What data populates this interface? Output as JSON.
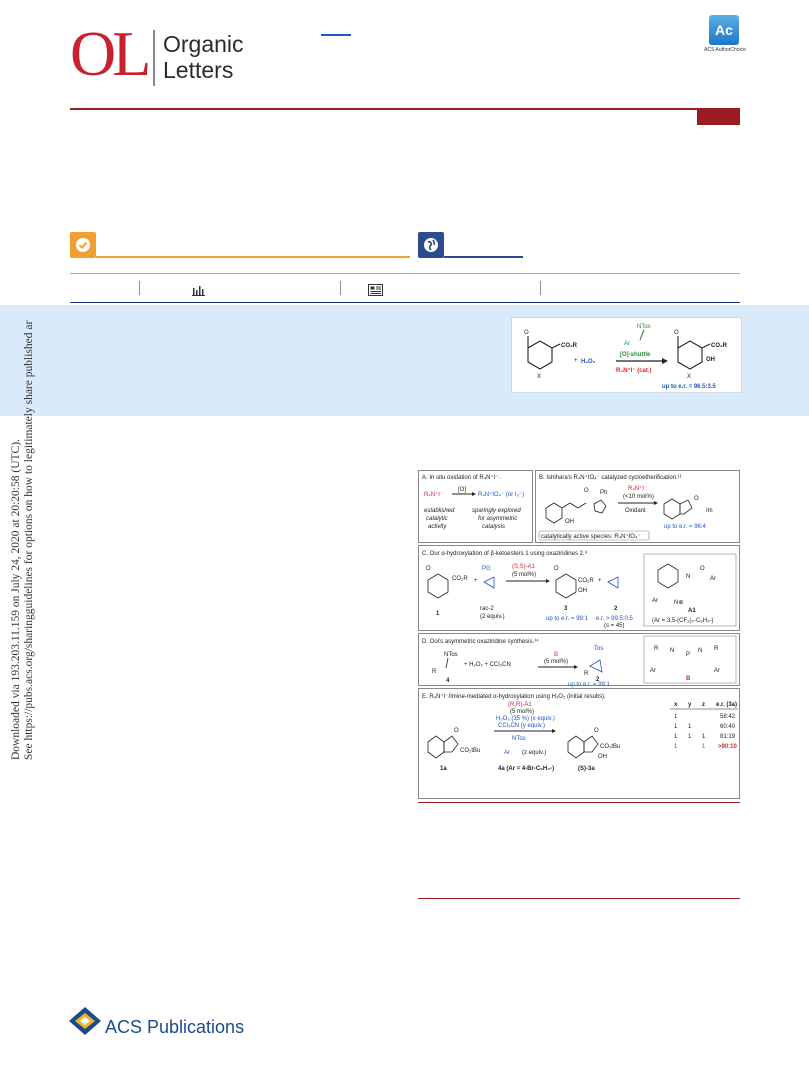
{
  "header": {
    "journal_abbrev": "OL",
    "journal_word_1": "Organic",
    "journal_word_2": "Letters",
    "badge_text": "Ac",
    "badge_caption": "ACS AuthorChoice"
  },
  "watermark": {
    "line1": "Downloaded via 193.203.11.159 on July 24, 2020 at 20:20:58 (UTC).",
    "line2": "See https://pubs.acs.org/sharingguidelines for options on how to legitimately share published articles."
  },
  "toc_graphic": {
    "reagent_top": "NTos",
    "aryl": "Ar",
    "arrow_label": "[O]-shuttle",
    "oxidant": "H₂O₂",
    "plus": "+",
    "catalyst": "R₄N⁺I⁻ (cat.)",
    "product_group": "CO₂R",
    "substrate_group": "CO₂R",
    "oh_label": "OH",
    "x_label": "X",
    "result": "up to e.r. = 96.5:3.5"
  },
  "figure": {
    "panel_a_title": "A. In situ oxidation of R₄N⁺I⁻.",
    "panel_a_left": "R₄N⁺I⁻",
    "panel_a_arrow": "[O]",
    "panel_a_right": "R₄N⁺IO₄⁻ (or I₃⁻)",
    "panel_a_note_left": [
      "established",
      "catalytic",
      "activity"
    ],
    "panel_a_note_right": [
      "sparingly explored",
      "for asymmetric",
      "catalysis"
    ],
    "panel_b_title": "B. Ishihara's R₄N⁺IO₄⁻ catalyzed cycloetherification.¹¹",
    "panel_b_cat": "R₄N⁺I⁻",
    "panel_b_cat_load": "(<10 mol%)",
    "panel_b_oxidant": "Oxidant",
    "panel_b_er": "up to e.r. = 96:4",
    "panel_b_species": "catalytically active species: R₄N⁺IO₄⁻",
    "panel_c_title": "C. Our α-hydroxylation of β-ketoesters 1 using oxaziridines 2.⁸",
    "panel_c_cat": "(S,S)-A1",
    "panel_c_load": "(5 mol%)",
    "panel_c_reagent": "rac-2",
    "panel_c_equiv": "(2 equiv.)",
    "panel_c_er1": "up to e.r. = 99:1",
    "panel_c_er2": "e.r. > 99.5:0.5",
    "panel_c_s": "(s = 45)",
    "panel_c_a1": "A1",
    "panel_c_ar": "(Ar = 3,5-(CF₃)₂-C₆H₃-)",
    "panel_d_title": "D. Ooi's asymmetric oxaziridine synthesis.¹⁴",
    "panel_d_reagents": "+ H₂O₂ + CCl₃CN",
    "panel_d_cat": "B",
    "panel_d_load": "(5 mol%)",
    "panel_d_er": "up to e.r. = 99:1",
    "panel_e_title": "E. R₄N⁺I⁻/Imine-mediated α-hydroxylation using H₂O₂ (initial results).",
    "panel_e_cat": "(R,R)-A1",
    "panel_e_load": "(5 mol%)",
    "panel_e_h2o2": "H₂O₂ (35 %) (x equiv.)",
    "panel_e_ccl3cn": "CCl₃CN (y equiv.)",
    "panel_e_imine": "NTos",
    "panel_e_imine_eq": "(z equiv.)",
    "panel_e_sub": "1a",
    "panel_e_prod": "(S)-3a",
    "panel_e_4a": "4a (Ar = 4-Br-C₆H₄-)",
    "panel_e_co2tbu": "CO₂tBu",
    "table_headers": [
      "x",
      "y",
      "z",
      "e.r. (3a)"
    ],
    "table_rows": [
      [
        "1",
        "",
        "",
        "58:42"
      ],
      [
        "1",
        "1",
        "",
        "60:40"
      ],
      [
        "1",
        "1",
        "1",
        "81:19"
      ],
      [
        "1",
        "",
        "1",
        ">90:10"
      ]
    ]
  },
  "footer": {
    "publisher": "ACS Publications"
  },
  "colors": {
    "brand_red": "#c8202f",
    "rule_red": "#9b1b20",
    "oa_orange": "#f0a030",
    "oa_blue": "#2c4c90",
    "abstract_bg": "#d9ebfa"
  }
}
